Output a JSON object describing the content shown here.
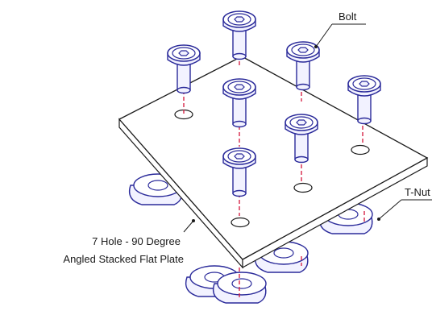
{
  "labels": {
    "bolt": "Bolt",
    "tnut": "T-Nut",
    "plate_line1": "7 Hole - 90 Degree",
    "plate_line2": "Angled Stacked Flat Plate"
  },
  "colors": {
    "outline": "#1a1a1a",
    "hardware": "#2a2a9a",
    "hardware_fill": "#f2f2ff",
    "axis": "#d4143a"
  },
  "counts": {
    "bolts": 7,
    "holes": 7,
    "tnuts": 7
  }
}
